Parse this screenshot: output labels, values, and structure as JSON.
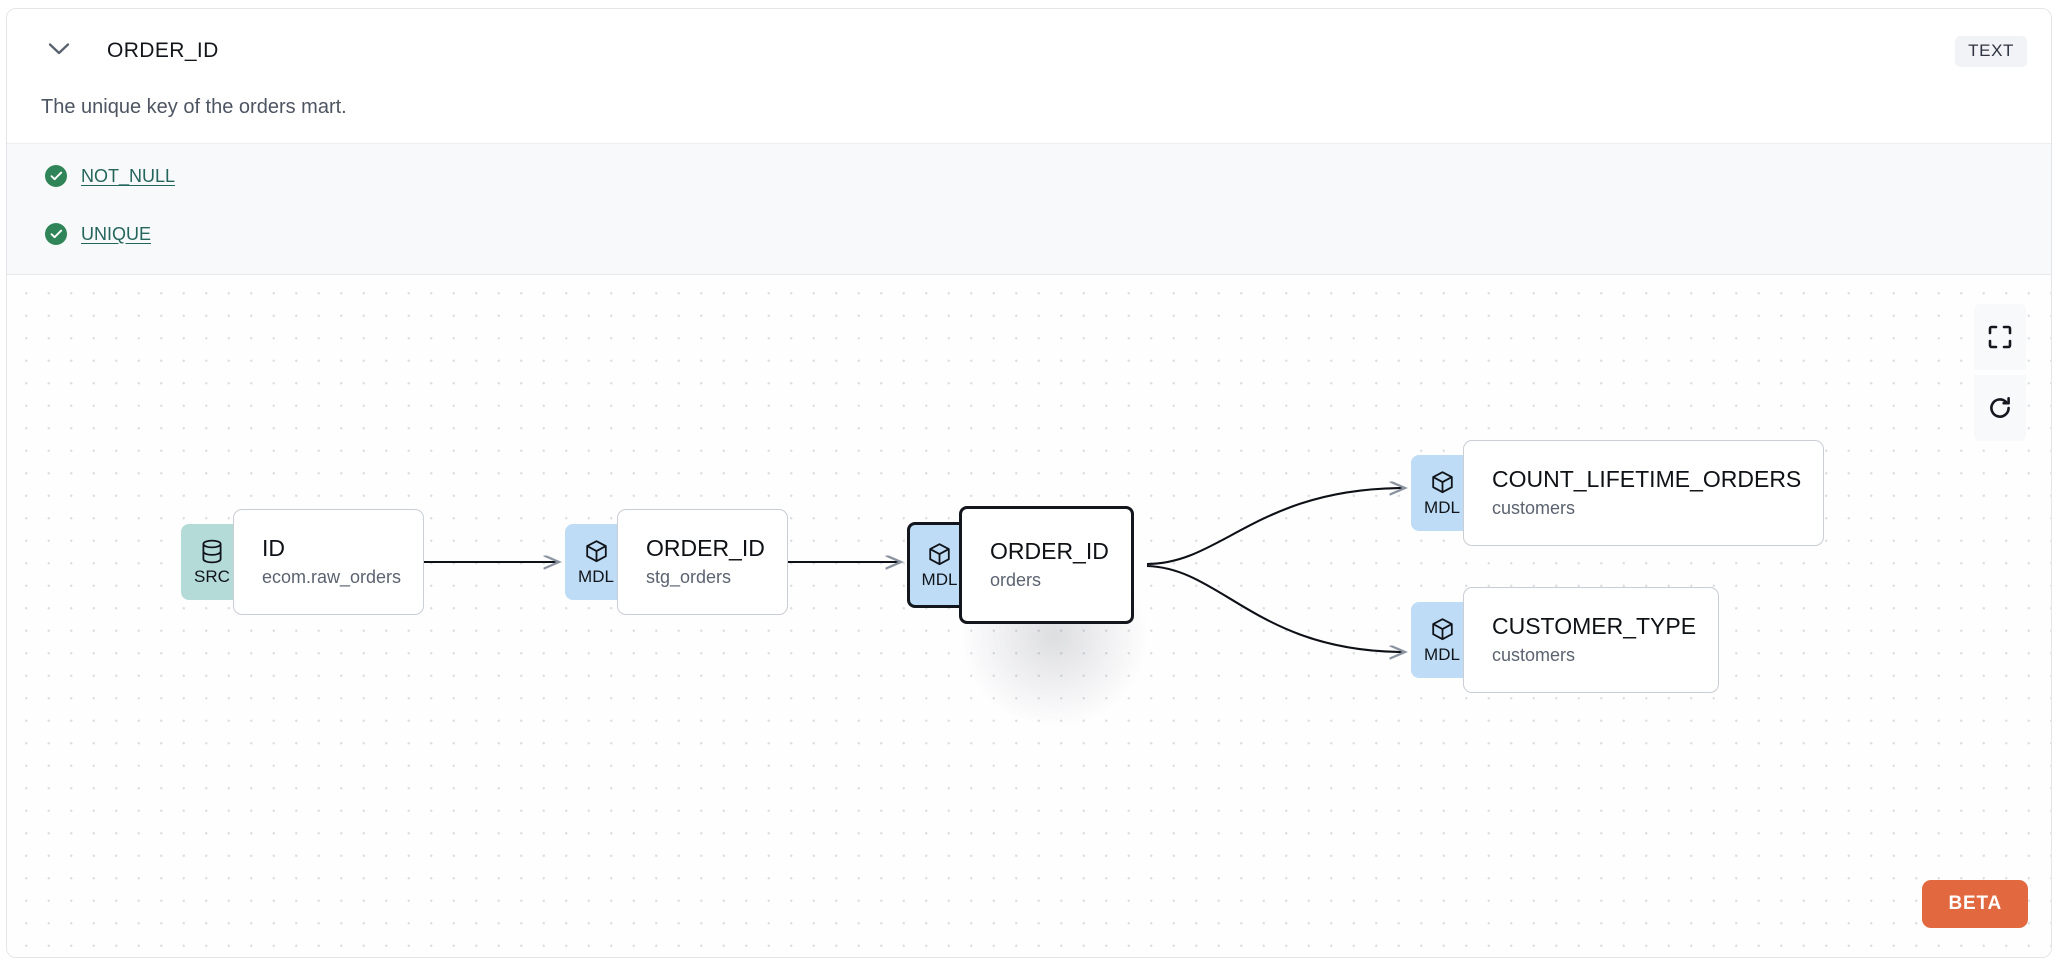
{
  "header": {
    "collapse_icon": "chevron-down-icon",
    "column_name": "ORDER_ID",
    "type_badge": "TEXT"
  },
  "description": "The unique key of the orders mart.",
  "tests": {
    "items": [
      {
        "status_icon": "check-circle-icon",
        "label": "NOT_NULL"
      },
      {
        "status_icon": "check-circle-icon",
        "label": "UNIQUE"
      }
    ]
  },
  "lineage": {
    "nodes": [
      {
        "kind": "SRC",
        "kind_icon": "database-icon",
        "name": "ID",
        "resource": "ecom.raw_orders",
        "selected": false
      },
      {
        "kind": "MDL",
        "kind_icon": "cube-icon",
        "name": "ORDER_ID",
        "resource": "stg_orders",
        "selected": false
      },
      {
        "kind": "MDL",
        "kind_icon": "cube-icon",
        "name": "ORDER_ID",
        "resource": "orders",
        "selected": true
      },
      {
        "kind": "MDL",
        "kind_icon": "cube-icon",
        "name": "COUNT_LIFETIME_ORDERS",
        "resource": "customers",
        "selected": false
      },
      {
        "kind": "MDL",
        "kind_icon": "cube-icon",
        "name": "CUSTOMER_TYPE",
        "resource": "customers",
        "selected": false
      }
    ],
    "controls": [
      {
        "icon": "fullscreen-icon",
        "name": "fit-view-button"
      },
      {
        "icon": "refresh-icon",
        "name": "reset-button"
      }
    ],
    "beta_label": "BETA"
  },
  "colors": {
    "src_badge": "#b4dbd8",
    "mdl_badge": "#bedcf5",
    "test_pass": "#2f8558",
    "test_link": "#24665c",
    "beta": "#e2683f",
    "type_badge_bg": "#f1f3f6"
  }
}
